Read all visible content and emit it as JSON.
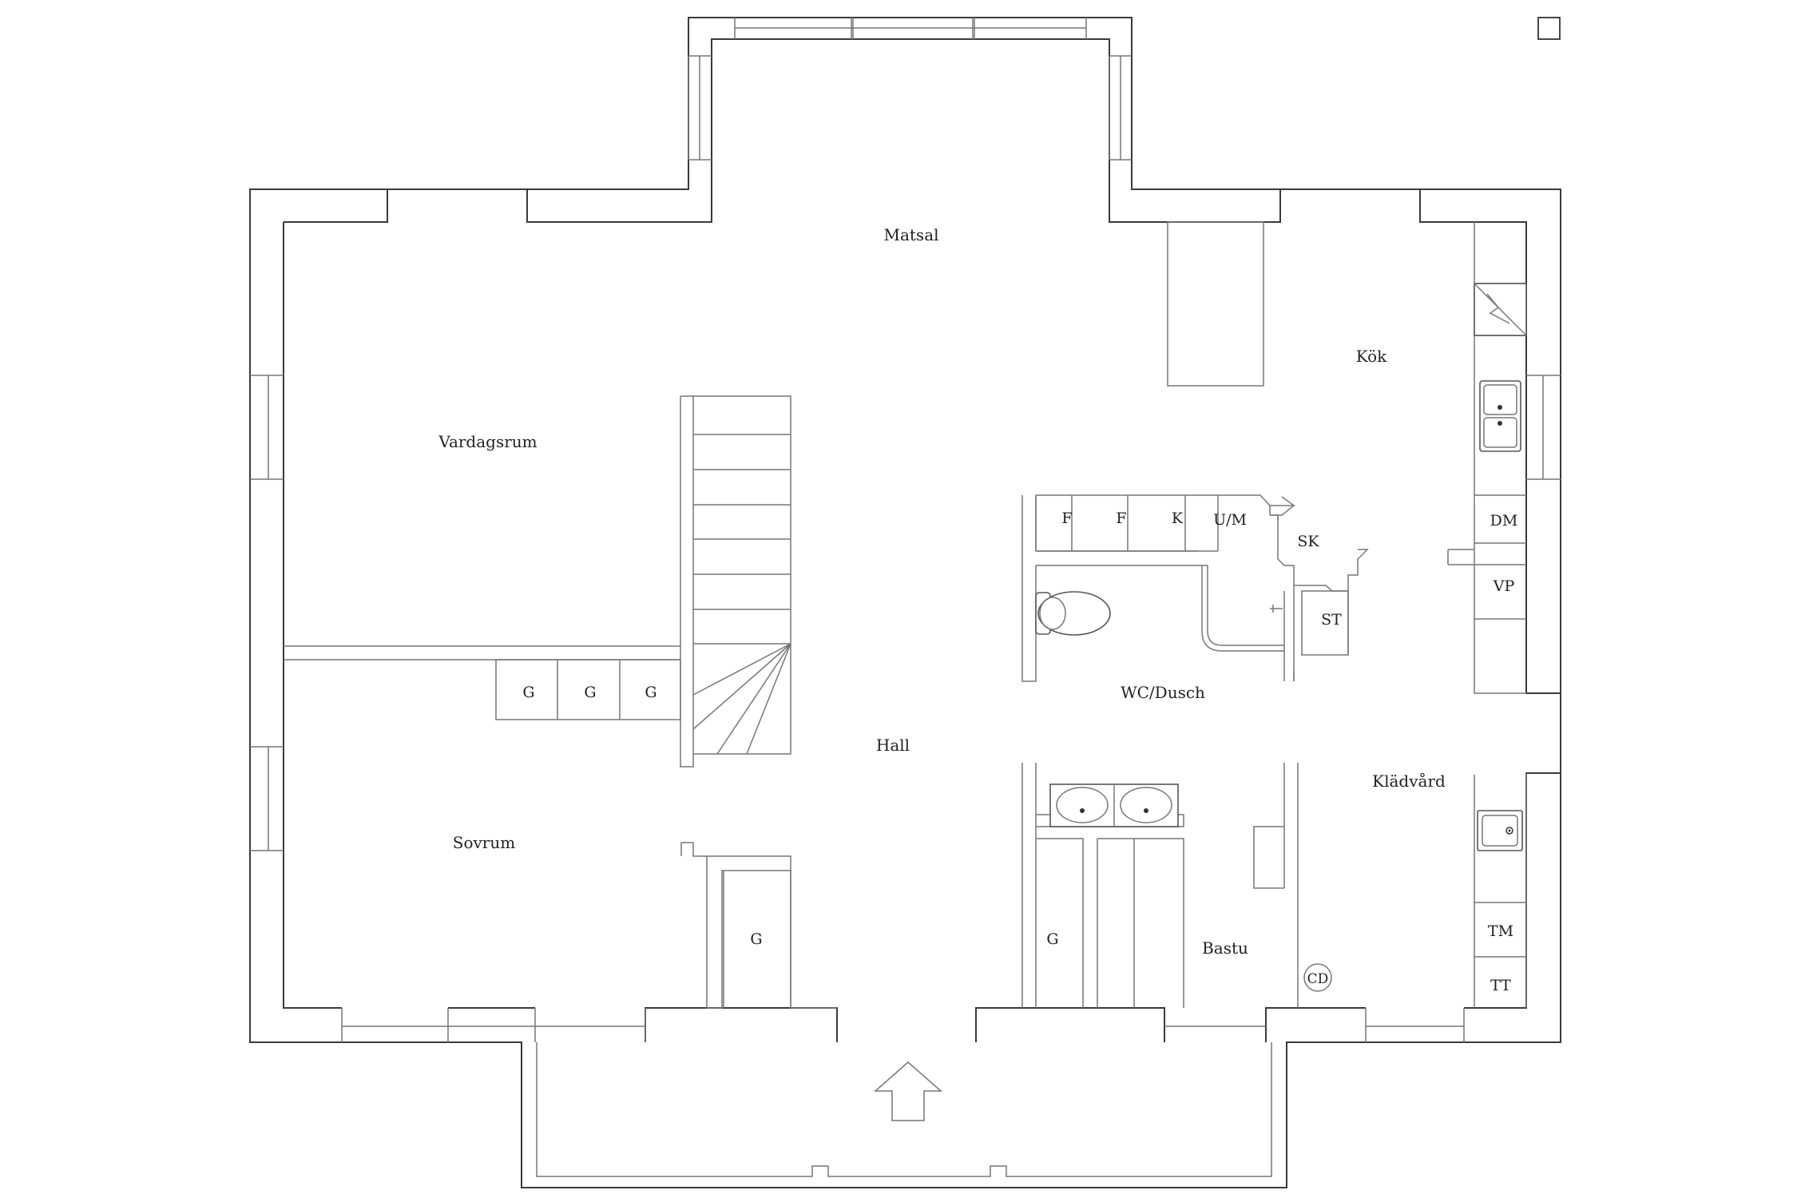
{
  "rooms": {
    "matsal": "Matsal",
    "kok": "Kök",
    "vardagsrum": "Vardagsrum",
    "hall": "Hall",
    "sovrum": "Sovrum",
    "wc_dusch": "WC/Dusch",
    "bastu": "Bastu",
    "kladvard": "Klädvård"
  },
  "fixtures": {
    "f1": "F",
    "f2": "F",
    "k": "K",
    "um": "U/M",
    "sk": "SK",
    "st": "ST",
    "dm": "DM",
    "vp": "VP",
    "g_hall_1": "G",
    "g_hall_2": "G",
    "g_hall_3": "G",
    "g_sovrum": "G",
    "g_bath": "G",
    "tm": "TM",
    "tt": "TT",
    "cd": "CD"
  },
  "icons": {
    "compass": "north-box-icon",
    "entrance": "entrance-arrow-icon"
  }
}
